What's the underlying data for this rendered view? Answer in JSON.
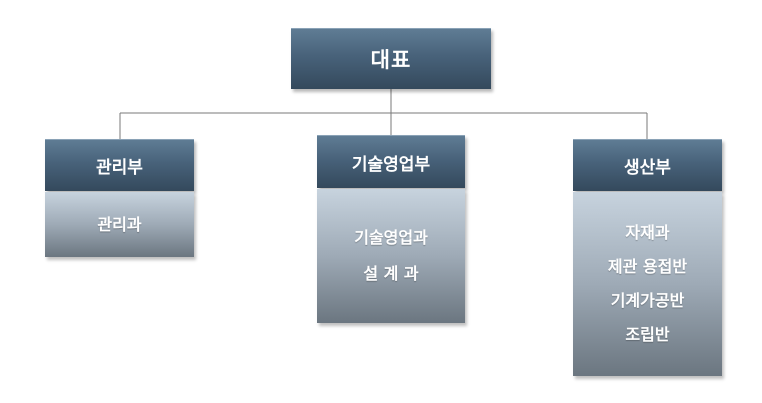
{
  "root": {
    "label": "대표"
  },
  "departments": [
    {
      "label": "관리부",
      "teams": [
        "관리과"
      ]
    },
    {
      "label": "기술영업부",
      "teams": [
        "기술영업과",
        "설 계 과"
      ]
    },
    {
      "label": "생산부",
      "teams": [
        "자재과",
        "제관 용접반",
        "기계가공반",
        "조립반"
      ]
    }
  ],
  "colors": {
    "header_top": "#5f7c94",
    "header_bottom": "#34495c",
    "sub_top": "#c7d3de",
    "sub_bottom": "#6b7680",
    "connector": "#7a7a7a"
  }
}
